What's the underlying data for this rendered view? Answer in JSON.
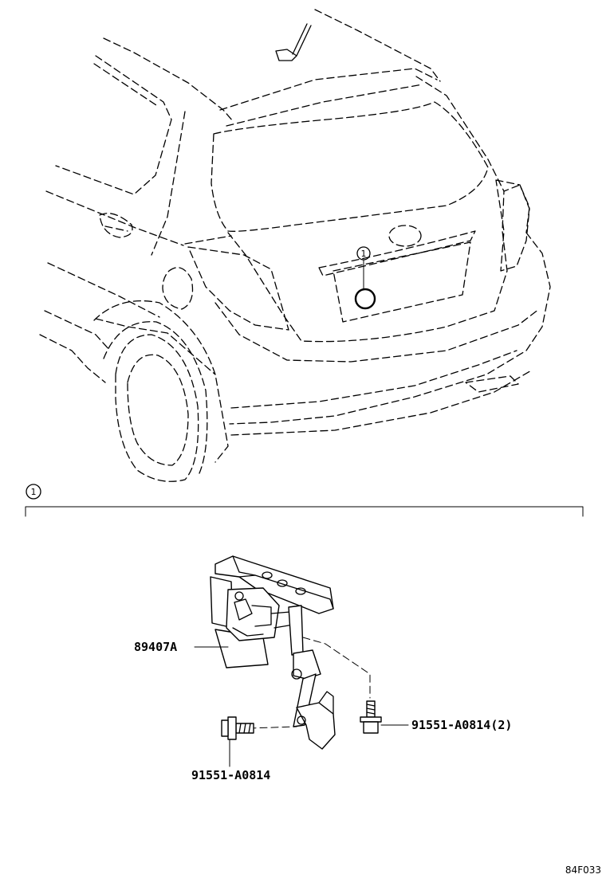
{
  "callout": {
    "number": "1"
  },
  "section": {
    "number": "1"
  },
  "parts": {
    "sensor": "89407A",
    "bolt_right": "91551-A0814(2)",
    "bolt_left": "91551-A0814"
  },
  "diagram_code": "84F033"
}
